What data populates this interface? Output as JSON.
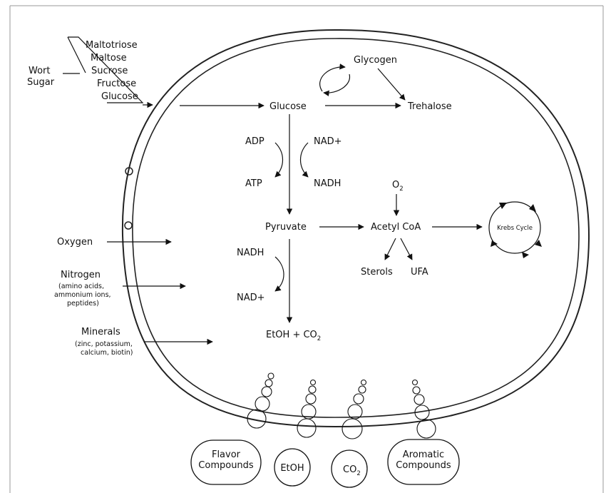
{
  "wort": {
    "title_line1": "Wort",
    "title_line2": "Sugar",
    "sugars": [
      "Maltotriose",
      "Maltose",
      "Sucrose",
      "Fructose",
      "Glucose"
    ]
  },
  "nodes": {
    "glycogen": "Glycogen",
    "glucose": "Glucose",
    "trehalose": "Trehalose",
    "adp": "ADP",
    "atp": "ATP",
    "nad_plus_top": "NAD+",
    "nadh_top": "NADH",
    "pyruvate": "Pyruvate",
    "o2_base": "O",
    "o2_sub": "2",
    "acetyl_coa": "Acetyl CoA",
    "krebs": "Krebs Cycle",
    "sterols": "Sterols",
    "ufa": "UFA",
    "nadh_bottom": "NADH",
    "nad_plus_bottom": "NAD+",
    "etoh_co2_base": "EtOH + CO",
    "etoh_co2_sub": "2"
  },
  "inputs": {
    "oxygen": "Oxygen",
    "nitrogen": "Nitrogen",
    "nitrogen_detail": [
      "(amino acids,",
      "ammonium ions,",
      "peptides)"
    ],
    "minerals": "Minerals",
    "minerals_detail": [
      "(zinc, potassium,",
      "calcium, biotin)"
    ]
  },
  "outputs": {
    "flavor": [
      "Flavor",
      "Compounds"
    ],
    "etoh": "EtOH",
    "co2_base": "CO",
    "co2_sub": "2",
    "aromatic": [
      "Aromatic",
      "Compounds"
    ]
  }
}
